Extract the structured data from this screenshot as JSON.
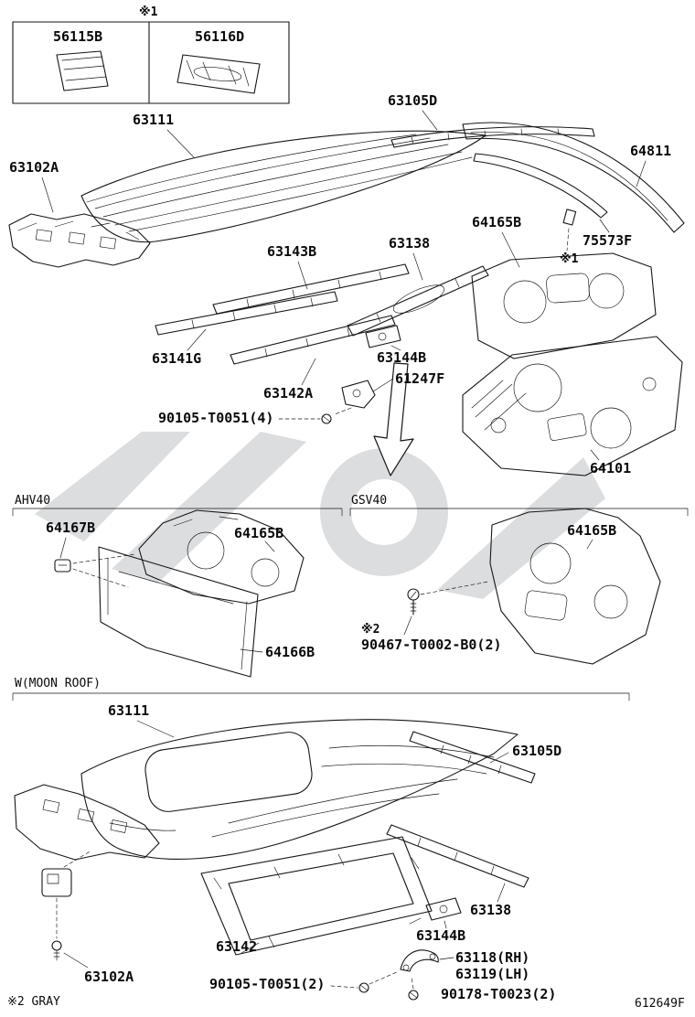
{
  "figure": {
    "code": "612649F",
    "note_bottom": "※2 GRAY"
  },
  "sections": {
    "ahv40": "AHV40",
    "gsv40": "GSV40",
    "moonroof": "W(MOON ROOF)"
  },
  "labels": {
    "star1_top": "※1",
    "star1_mid": "※1",
    "star2_gsv": "※2",
    "p56115B": "56115B",
    "p56116D": "56116D",
    "p63111_main": "63111",
    "p63105D_main": "63105D",
    "p64811": "64811",
    "p63102A_main": "63102A",
    "p64165B_main": "64165B",
    "p75573F": "75573F",
    "p63143B": "63143B",
    "p63138_main": "63138",
    "p63141G": "63141G",
    "p63144B_main": "63144B",
    "p61247F": "61247F",
    "p63142A": "63142A",
    "p90105_main": "90105-T0051(4)",
    "p64101": "64101",
    "p64167B": "64167B",
    "p64165B_ahv": "64165B",
    "p64165B_gsv": "64165B",
    "p90467": "90467-T0002-B0(2)",
    "p64166B": "64166B",
    "p63111_mr": "63111",
    "p63105D_mr": "63105D",
    "p63138_mr": "63138",
    "p63142": "63142",
    "p63144B_mr": "63144B",
    "p63118": "63118(RH)",
    "p63119": "63119(LH)",
    "p90105_mr": "90105-T0051(2)",
    "p90178": "90178-T0023(2)",
    "p63102A_mr": "63102A"
  }
}
